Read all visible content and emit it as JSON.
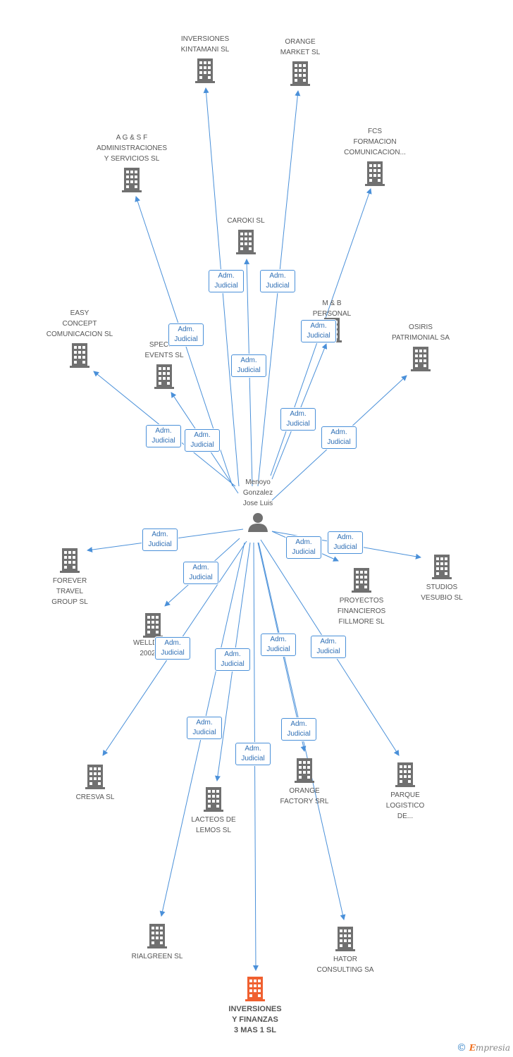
{
  "person": {
    "name": "Menoyo\nGonzalez\nJose Luis",
    "icon": "person-icon"
  },
  "edge_label": "Adm.\nJudicial",
  "colors": {
    "edge": "#4a90d9",
    "building": "#707070",
    "main_building": "#f06030"
  },
  "companies": [
    {
      "id": "kintamani",
      "name": "INVERSIONES\nKINTAMANI SL"
    },
    {
      "id": "orange_market",
      "name": "ORANGE\nMARKET SL"
    },
    {
      "id": "fcs",
      "name": "FCS\nFORMACION\nCOMUNICACION..."
    },
    {
      "id": "agsf",
      "name": "A G & S F\nADMINISTRACIONES\nY SERVICIOS SL"
    },
    {
      "id": "caroki",
      "name": "CAROKI SL"
    },
    {
      "id": "mb",
      "name": "M & B\nPERSONAL\nSL"
    },
    {
      "id": "easy",
      "name": "EASY\nCONCEPT\nCOMUNICACION SL"
    },
    {
      "id": "special",
      "name": "SPECIAL\nEVENTS SL"
    },
    {
      "id": "osiris",
      "name": "OSIRIS\nPATRIMONIAL SA"
    },
    {
      "id": "forever",
      "name": "FOREVER\nTRAVEL\nGROUP SL"
    },
    {
      "id": "proyectos",
      "name": "PROYECTOS\nFINANCIEROS\nFILLMORE SL"
    },
    {
      "id": "vesubio",
      "name": "STUDIOS\nVESUBIO SL"
    },
    {
      "id": "welldone",
      "name": "WELLDONE\n2002 SL"
    },
    {
      "id": "cresva",
      "name": "CRESVA SL"
    },
    {
      "id": "lacteos",
      "name": "LACTEOS DE\nLEMOS SL"
    },
    {
      "id": "orange_factory",
      "name": "ORANGE\nFACTORY SRL"
    },
    {
      "id": "parque",
      "name": "PARQUE\nLOGISTICO\nDE..."
    },
    {
      "id": "rialgreen",
      "name": "RIALGREEN SL"
    },
    {
      "id": "hator",
      "name": "HATOR\nCONSULTING SA"
    },
    {
      "id": "main",
      "name": "INVERSIONES\nY FINANZAS\n3 MAS 1 SL"
    }
  ],
  "footer": {
    "symbol": "©",
    "brand_initial": "E",
    "brand_rest": "mpresia"
  }
}
